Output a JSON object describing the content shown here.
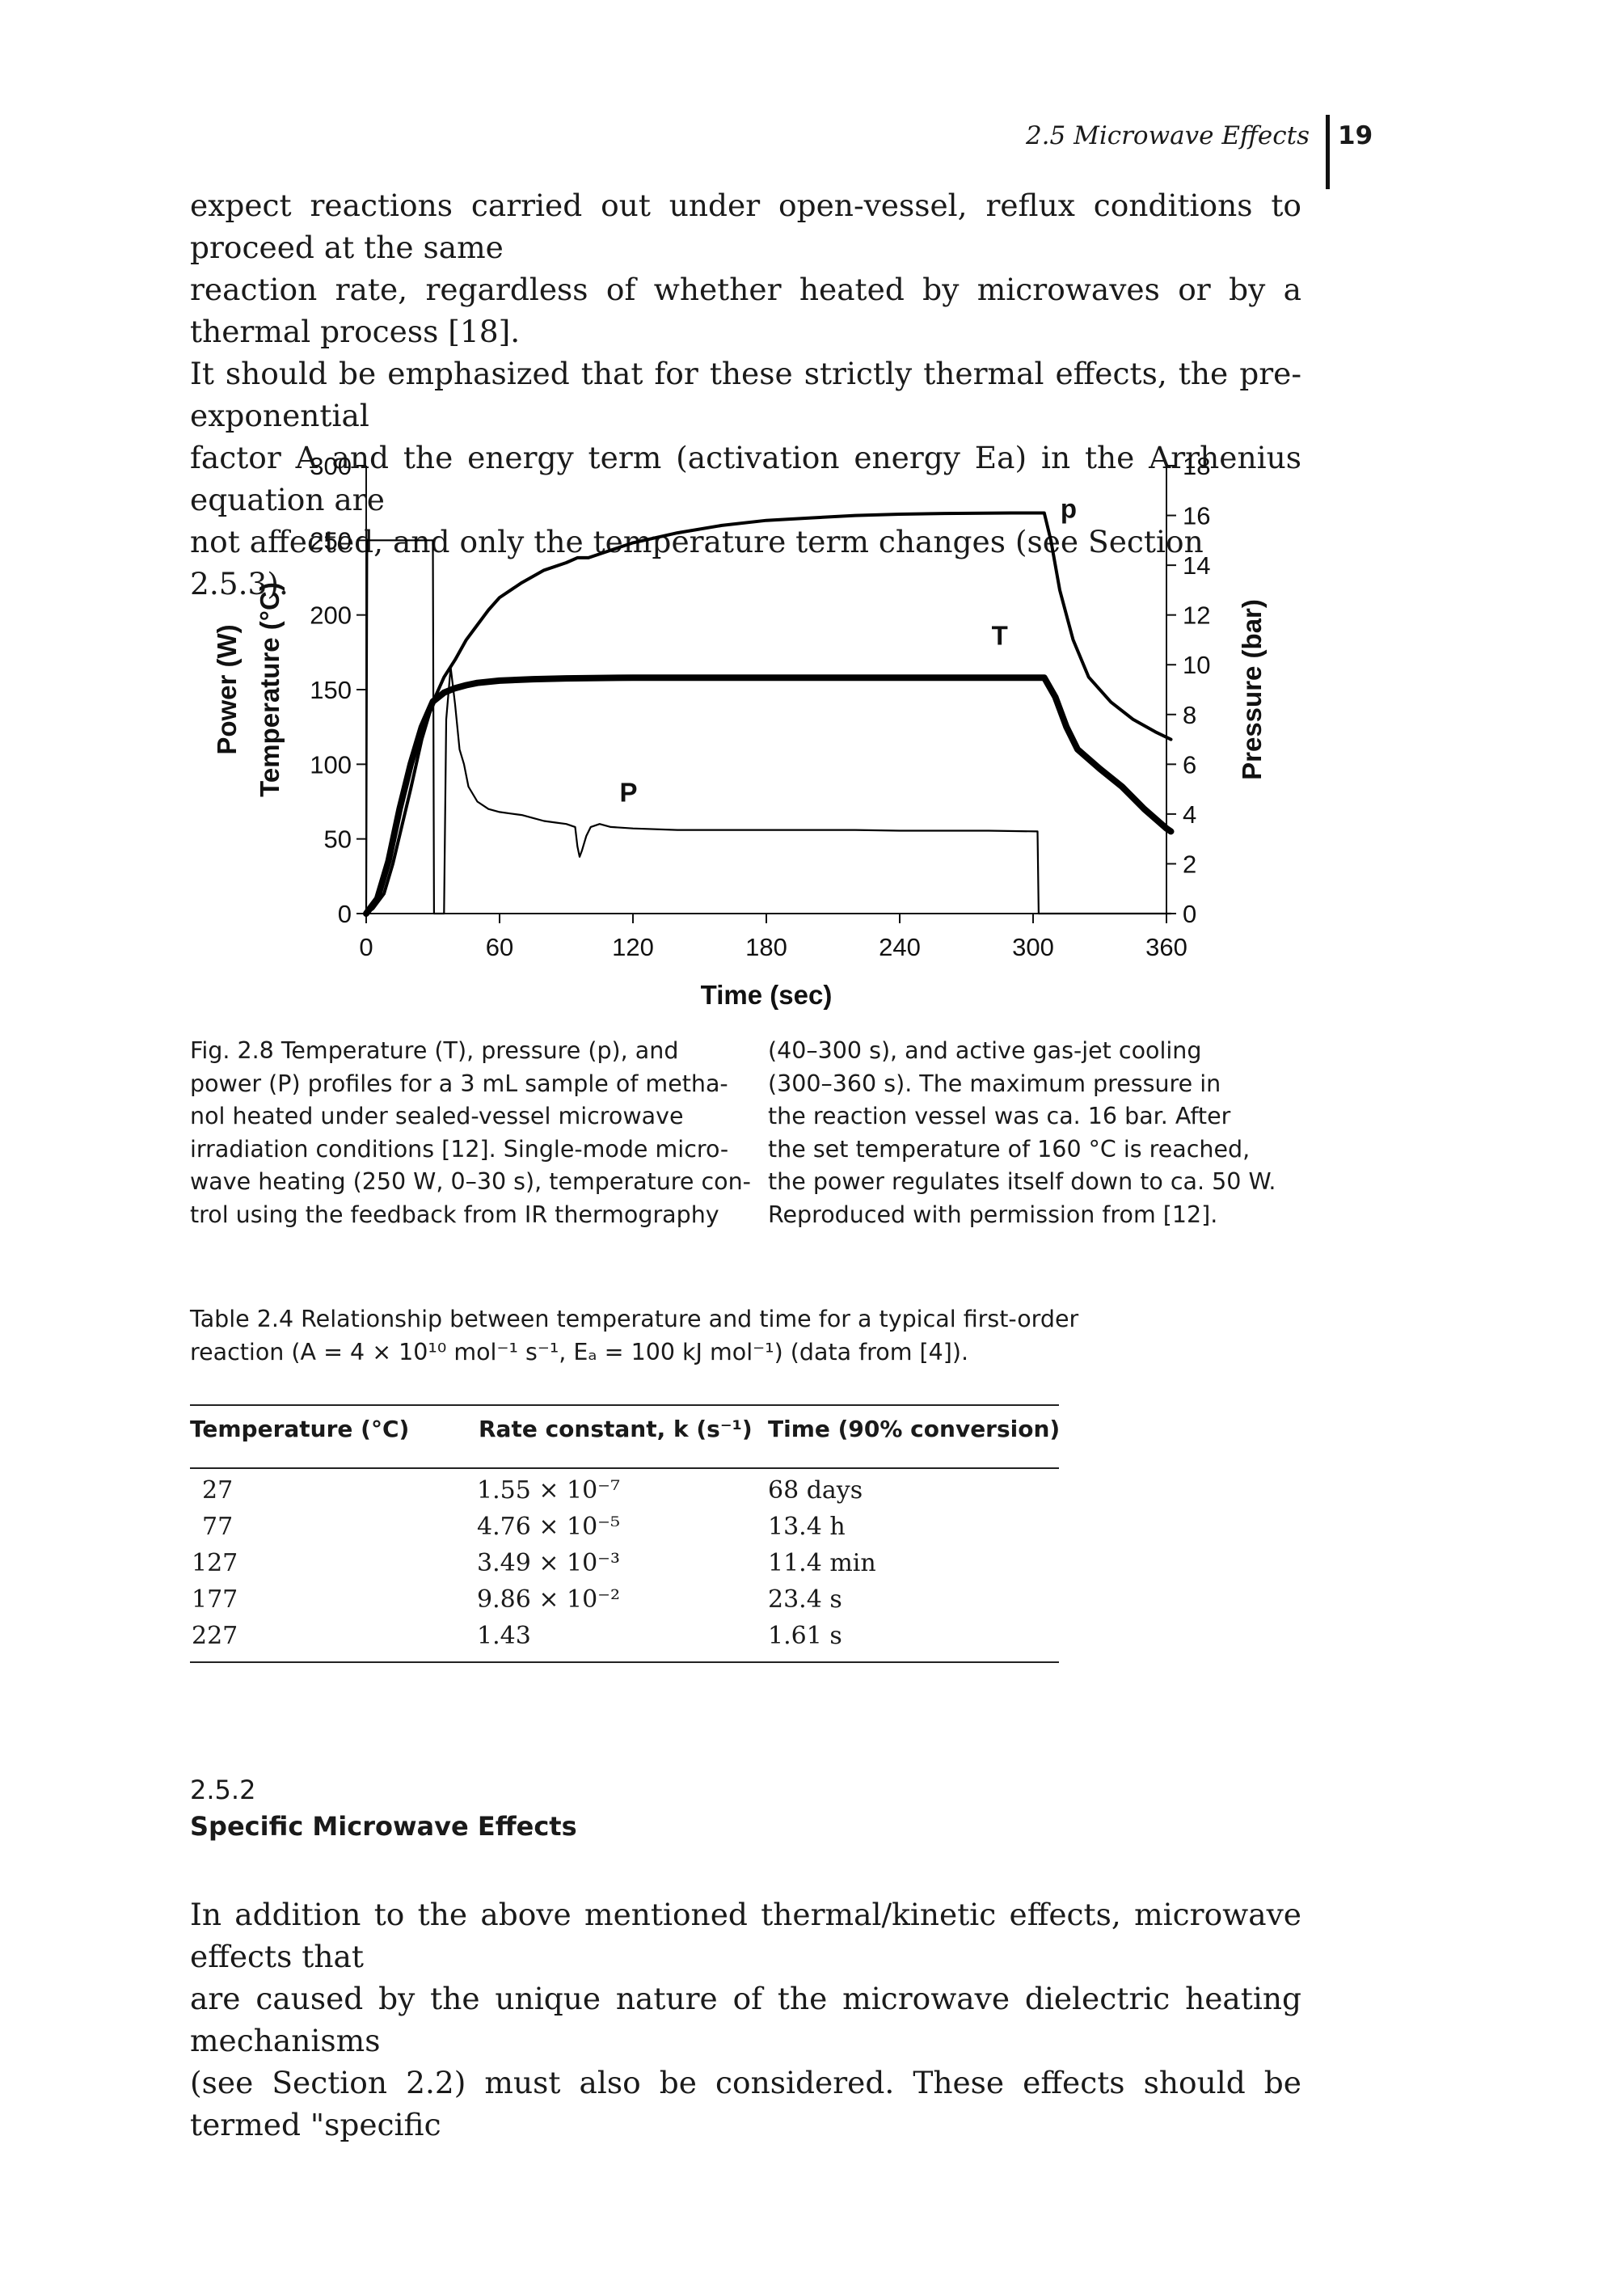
{
  "header": {
    "running_head": "2.5  Microwave Effects",
    "page_number": "19"
  },
  "paragraphs": {
    "top": [
      "expect reactions carried out under open-vessel, reflux conditions to proceed at the same",
      "reaction rate, regardless of whether heated by microwaves or by a thermal process [18].",
      "It should be emphasized that for these strictly thermal effects, the pre-exponential",
      "factor A and the energy term (activation energy Ea) in the Arrhenius equation are",
      "not affected, and only the temperature term changes (see Section 2.5.3)."
    ],
    "bottom": [
      "In addition to the above mentioned thermal/kinetic effects, microwave effects that",
      "are caused by the unique nature of the microwave dielectric heating mechanisms",
      "(see Section 2.2) must also be considered. These effects should be termed \"specific"
    ]
  },
  "chart_data": {
    "type": "line",
    "title": "",
    "xlabel": "Time (sec)",
    "ylabel_left": [
      "Power (W)",
      "Temperature (°C)"
    ],
    "ylabel_right": "Pressure (bar)",
    "xlim": [
      0,
      360
    ],
    "ylim_left": [
      0,
      300
    ],
    "ylim_right": [
      0,
      18
    ],
    "x_ticks": [
      "0",
      "60",
      "120",
      "180",
      "240",
      "300",
      "360"
    ],
    "y_ticks_left": [
      "0",
      "50",
      "100",
      "150",
      "200",
      "250",
      "300"
    ],
    "y_ticks_right": [
      "0",
      "2",
      "4",
      "6",
      "8",
      "10",
      "12",
      "14",
      "16",
      "18"
    ],
    "grid": false,
    "annotations": [
      {
        "text": "p",
        "x": 316,
        "y": 265
      },
      {
        "text": "T",
        "x": 285,
        "y": 180
      },
      {
        "text": "P",
        "x": 118,
        "y": 75
      }
    ],
    "series": [
      {
        "name": "T",
        "axis": "left",
        "points": [
          [
            0,
            0
          ],
          [
            5,
            10
          ],
          [
            10,
            35
          ],
          [
            15,
            70
          ],
          [
            20,
            100
          ],
          [
            25,
            125
          ],
          [
            30,
            142
          ],
          [
            35,
            148
          ],
          [
            40,
            151
          ],
          [
            45,
            153
          ],
          [
            50,
            154.5
          ],
          [
            60,
            156
          ],
          [
            75,
            157
          ],
          [
            90,
            157.5
          ],
          [
            120,
            158
          ],
          [
            180,
            158
          ],
          [
            240,
            158
          ],
          [
            280,
            158
          ],
          [
            305,
            158
          ],
          [
            310,
            145
          ],
          [
            315,
            125
          ],
          [
            320,
            110
          ],
          [
            330,
            97
          ],
          [
            340,
            85
          ],
          [
            350,
            70
          ],
          [
            360,
            57
          ],
          [
            362,
            55
          ]
        ]
      },
      {
        "name": "p",
        "axis": "right",
        "points": [
          [
            0,
            0
          ],
          [
            3,
            0.2
          ],
          [
            8,
            0.8
          ],
          [
            12,
            2
          ],
          [
            16,
            3.5
          ],
          [
            20,
            5
          ],
          [
            25,
            7
          ],
          [
            30,
            8.5
          ],
          [
            35,
            9.5
          ],
          [
            40,
            10.2
          ],
          [
            45,
            11
          ],
          [
            50,
            11.6
          ],
          [
            55,
            12.2
          ],
          [
            60,
            12.7
          ],
          [
            70,
            13.3
          ],
          [
            80,
            13.8
          ],
          [
            90,
            14.1
          ],
          [
            95,
            14.3
          ],
          [
            100,
            14.3
          ],
          [
            110,
            14.6
          ],
          [
            120,
            14.9
          ],
          [
            140,
            15.3
          ],
          [
            160,
            15.6
          ],
          [
            180,
            15.8
          ],
          [
            200,
            15.9
          ],
          [
            220,
            16
          ],
          [
            240,
            16.05
          ],
          [
            260,
            16.08
          ],
          [
            290,
            16.1
          ],
          [
            305,
            16.1
          ],
          [
            308,
            15
          ],
          [
            312,
            13
          ],
          [
            318,
            11
          ],
          [
            325,
            9.5
          ],
          [
            335,
            8.5
          ],
          [
            345,
            7.8
          ],
          [
            355,
            7.3
          ],
          [
            362,
            7
          ]
        ]
      },
      {
        "name": "P",
        "axis": "left",
        "points": [
          [
            0,
            0
          ],
          [
            0.5,
            250
          ],
          [
            30,
            250
          ],
          [
            30.5,
            0
          ],
          [
            35,
            0
          ],
          [
            36,
            130
          ],
          [
            38,
            165
          ],
          [
            40,
            140
          ],
          [
            42,
            110
          ],
          [
            44,
            100
          ],
          [
            46,
            85
          ],
          [
            50,
            75
          ],
          [
            55,
            70
          ],
          [
            60,
            68
          ],
          [
            65,
            67
          ],
          [
            70,
            66
          ],
          [
            75,
            64
          ],
          [
            80,
            62
          ],
          [
            85,
            61
          ],
          [
            90,
            60
          ],
          [
            94,
            58
          ],
          [
            95,
            45
          ],
          [
            96,
            38
          ],
          [
            97,
            42
          ],
          [
            99,
            52
          ],
          [
            101,
            58
          ],
          [
            105,
            60
          ],
          [
            110,
            58
          ],
          [
            120,
            57
          ],
          [
            140,
            56
          ],
          [
            160,
            56
          ],
          [
            180,
            56
          ],
          [
            200,
            56
          ],
          [
            220,
            56
          ],
          [
            240,
            55.5
          ],
          [
            260,
            55.5
          ],
          [
            280,
            55.5
          ],
          [
            302,
            55
          ],
          [
            302.5,
            0
          ],
          [
            362,
            0
          ]
        ]
      }
    ]
  },
  "figure_caption": {
    "left": [
      "Fig. 2.8   Temperature (T), pressure (p), and",
      "power (P) profiles for a 3 mL sample of metha-",
      "nol heated under sealed-vessel microwave",
      "irradiation conditions [12]. Single-mode micro-",
      "wave heating (250 W, 0–30 s), temperature con-",
      "trol using the feedback from IR thermography"
    ],
    "right": [
      "(40–300 s), and active gas-jet cooling",
      "(300–360 s). The maximum pressure in",
      "the reaction vessel was ca. 16 bar. After",
      "the set temperature of 160 °C is reached,",
      "the power regulates itself down to ca. 50 W.",
      "Reproduced with permission from [12]."
    ]
  },
  "table": {
    "caption": [
      "Table 2.4   Relationship between temperature and time for a typical first-order",
      "reaction (A = 4 × 10¹⁰ mol⁻¹ s⁻¹, Eₐ = 100 kJ mol⁻¹) (data from [4])."
    ],
    "headers": [
      "Temperature (°C)",
      "Rate constant, k (s⁻¹)",
      "Time (90% conversion)"
    ],
    "rows": [
      [
        "27",
        "1.55 × 10⁻⁷",
        "68 days"
      ],
      [
        "77",
        "4.76 × 10⁻⁵",
        "13.4 h"
      ],
      [
        "127",
        "3.49 × 10⁻³",
        "11.4 min"
      ],
      [
        "177",
        "9.86 × 10⁻²",
        "23.4 s"
      ],
      [
        "227",
        "1.43",
        "1.61 s"
      ]
    ]
  },
  "section": {
    "number": "2.5.2",
    "title": "Specific Microwave Effects"
  }
}
